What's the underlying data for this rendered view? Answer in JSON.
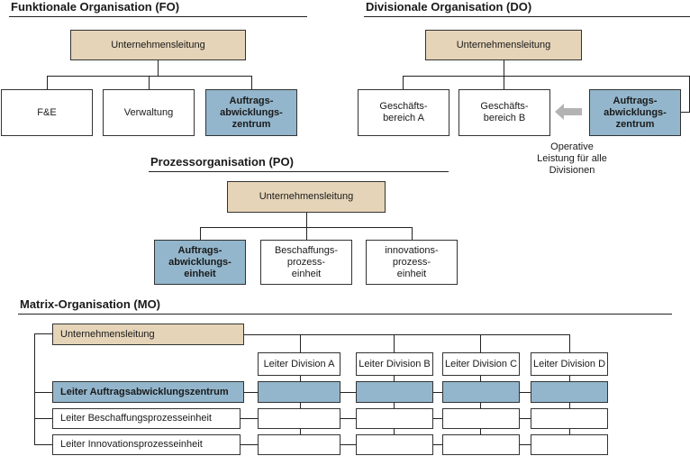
{
  "fo": {
    "title": "Funktionale Organisation (FO)",
    "top": "Unternehmensleitung",
    "units": [
      "F&E",
      "Verwaltung",
      "Auftrags-\nabwicklungs-\nzentrum"
    ]
  },
  "do": {
    "title": "Divisionale Organisation (DO)",
    "top": "Unternehmensleitung",
    "units": [
      "Geschäfts-\nbereich  A",
      "Geschäfts-\nbereich  B",
      "Auftrags-\nabwicklungs-\nzentrum"
    ],
    "note": "Operative\nLeistung für alle\nDivisionen"
  },
  "po": {
    "title": "Prozessorganisation (PO)",
    "top": "Unternehmensleitung",
    "units": [
      "Auftrags-\nabwicklungs-\neinheit",
      "Beschaffungs-\nprozess-\neinheit",
      "innovations-\nprozess-\neinheit"
    ]
  },
  "mo": {
    "title": "Matrix-Organisation (MO)",
    "top": "Unternehmensleitung",
    "divisions": [
      "Leiter Division A",
      "Leiter Division B",
      "Leiter Division C",
      "Leiter Division D"
    ],
    "rows": [
      "Leiter Auftragsabwicklungszentrum",
      "Leiter Beschaffungsprozesseinheit",
      "Leiter Innovationsprozesseinheit"
    ]
  },
  "colors": {
    "tan": "#e5d4b8",
    "blue": "#93b6cc",
    "arrow": "#b3b3b3"
  }
}
